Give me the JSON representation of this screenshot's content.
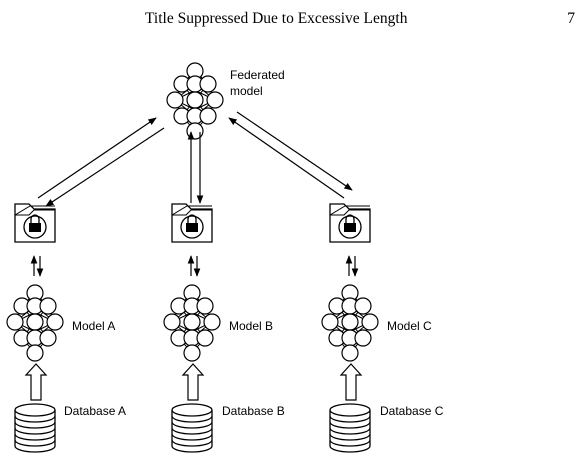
{
  "running_head": {
    "title": "Title Suppressed Due to Excessive Length",
    "page_number": "7"
  },
  "figure": {
    "central": {
      "label_line1": "Federated",
      "label_line2": "model"
    },
    "clients": [
      {
        "model_label": "Model A",
        "database_label": "Database A"
      },
      {
        "model_label": "Model B",
        "database_label": "Database B"
      },
      {
        "model_label": "Model C",
        "database_label": "Database C"
      }
    ]
  }
}
